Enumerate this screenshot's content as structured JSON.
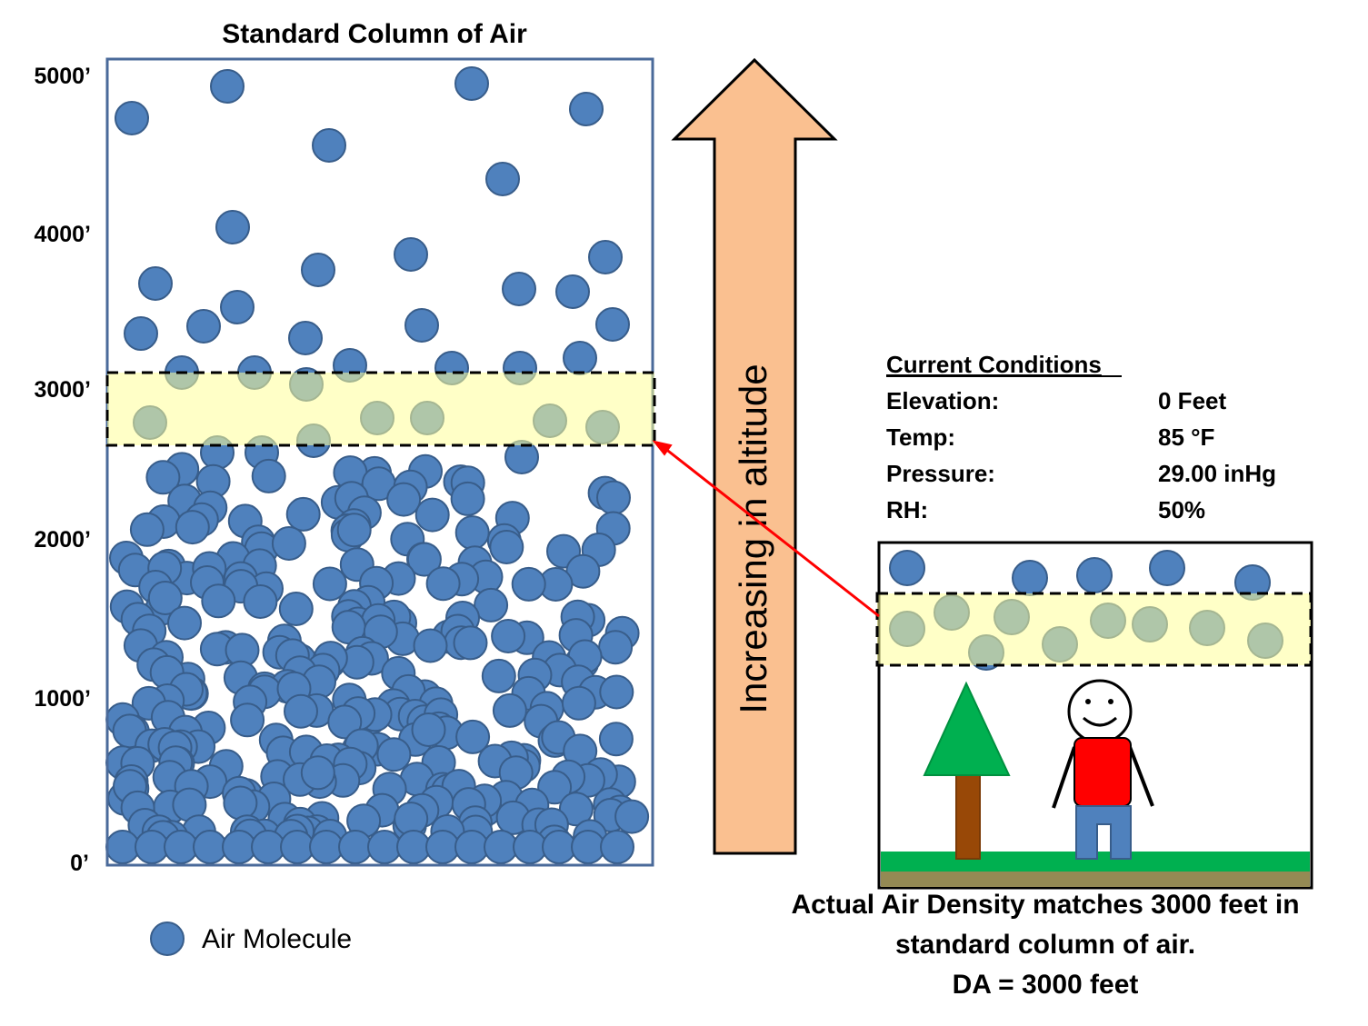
{
  "standard_column": {
    "title": "Standard Column of Air",
    "altitude_ticks": [
      "5000’",
      "4000’",
      "3000’",
      "2000’",
      "1000’",
      "0’"
    ]
  },
  "legend": {
    "label": "Air Molecule",
    "icon": "air-molecule-circle",
    "color": "#4f81bd"
  },
  "arrow": {
    "label": "Increasing in altitude",
    "color": "#fac090"
  },
  "current_conditions": {
    "heading": "Current Conditions",
    "rows": [
      {
        "label": "Elevation:",
        "value": "0 Feet"
      },
      {
        "label": "Temp:",
        "value": "85 °F"
      },
      {
        "label": "Pressure:",
        "value": "29.00 inHg"
      },
      {
        "label": "RH:",
        "value": "50%"
      }
    ]
  },
  "scene": {
    "caption_lines": [
      "Actual Air Density matches 3000 feet in",
      "standard column of air.",
      "DA = 3000 feet"
    ]
  },
  "colors": {
    "molecule": "#4f81bd",
    "highlight_band": "#ffffcc",
    "arrow_fill": "#fac090",
    "pointer": "#ff0000",
    "shirt": "#ff0000",
    "tree": "#00b050",
    "trunk": "#984807",
    "grass": "#00b050",
    "dirt": "#948a54"
  }
}
